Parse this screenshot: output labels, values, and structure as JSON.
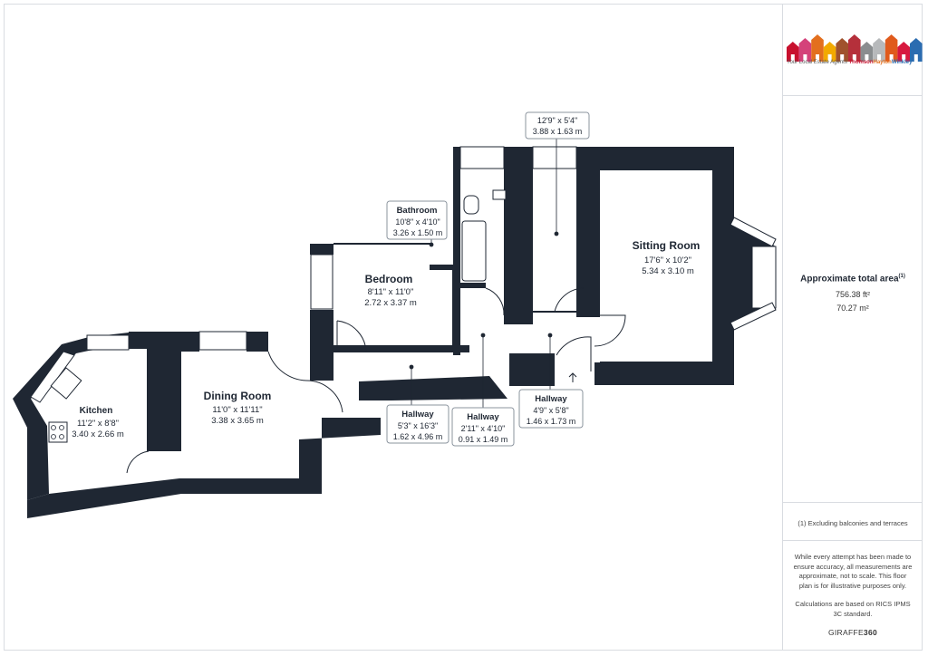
{
  "rooms": [
    {
      "name": "Kitchen",
      "dim_imperial": "11'2\" x 8'8\"",
      "dim_metric": "3.40 x 2.66 m"
    },
    {
      "name": "Dining Room",
      "dim_imperial": "11'0\" x 11'11\"",
      "dim_metric": "3.38 x 3.65 m"
    },
    {
      "name": "Bedroom",
      "dim_imperial": "8'11\" x 11'0\"",
      "dim_metric": "2.72 x 3.37 m"
    },
    {
      "name": "Bathroom",
      "dim_imperial": "10'8\" x 4'10\"",
      "dim_metric": "3.26 x 1.50 m"
    },
    {
      "name": "Sitting Room",
      "dim_imperial": "17'6\" x 10'2\"",
      "dim_metric": "5.34 x 3.10 m"
    },
    {
      "name": "",
      "dim_imperial": "12'9\" x 5'4\"",
      "dim_metric": "3.88 x 1.63 m"
    },
    {
      "name": "Hallway",
      "dim_imperial": "5'3\" x 16'3\"",
      "dim_metric": "1.62 x 4.96 m"
    },
    {
      "name": "Hallway",
      "dim_imperial": "2'11\" x 4'10\"",
      "dim_metric": "0.91 x 1.49 m"
    },
    {
      "name": "Hallway",
      "dim_imperial": "4'9\" x 5'8\"",
      "dim_metric": "1.46 x 1.73 m"
    }
  ],
  "logo": {
    "tagline": "Your Local Estate Agents",
    "brand_1": "Thomson",
    "brand_2": "Hayton",
    "brand_3": "Winkley",
    "house_colors": [
      "#c8102e",
      "#d4427a",
      "#e36f1e",
      "#f2a900",
      "#a0522d",
      "#b5303b",
      "#8a8d8f",
      "#b7b9bb",
      "#e05a1c",
      "#d7193f",
      "#2b6cb0"
    ]
  },
  "summary": {
    "area_title": "Approximate total area",
    "area_footnote_marker": "(1)",
    "area_ft": "756.38 ft²",
    "area_m": "70.27 m²",
    "exclusion_note": "(1) Excluding balconies and terraces",
    "disclaimer": "While every attempt has been made to ensure accuracy, all measurements are approximate, not to scale. This floor plan is for illustrative purposes only.",
    "calculation_note": "Calculations are based on RICS IPMS 3C standard.",
    "brand_light": "GIRAFFE",
    "brand_bold": "360"
  },
  "colors": {
    "wall": "#1f2733",
    "label_border": "#8b949e",
    "panel_border": "#d9dce1"
  }
}
